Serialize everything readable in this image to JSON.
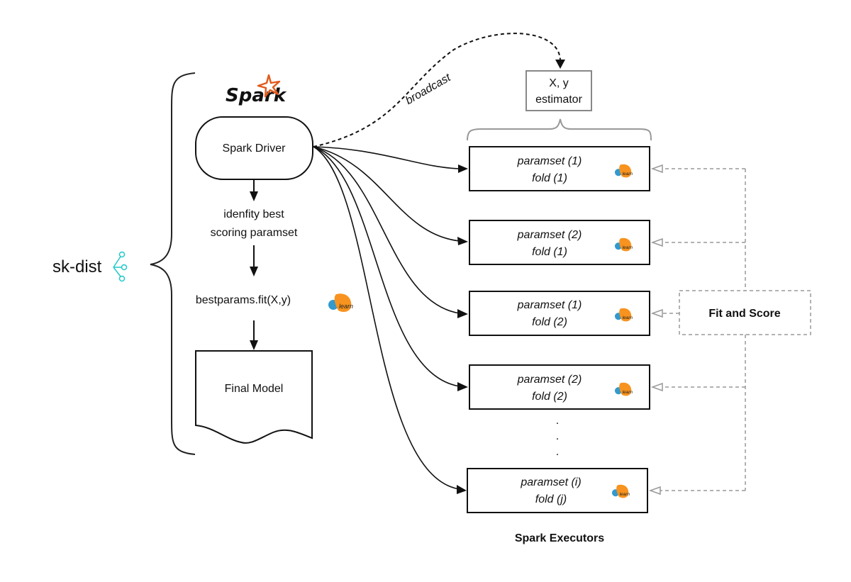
{
  "brand": {
    "skdist_logo": "sk-dist",
    "spark_logo": "Spark",
    "sklearn_logo": "learn"
  },
  "driver": {
    "node_label": "Spark Driver",
    "step_identify_line1": "idenfity best",
    "step_identify_line2": "scoring paramset",
    "step_fit": "bestparams.fit(X,y)",
    "final_model": "Final Model"
  },
  "broadcast": {
    "edge_label": "broadcast",
    "data_line1": "X, y",
    "data_line2": "estimator"
  },
  "executors": {
    "title": "Spark Executors",
    "tasks": [
      {
        "paramset": "paramset (1)",
        "fold": "fold (1)"
      },
      {
        "paramset": "paramset (2)",
        "fold": "fold (1)"
      },
      {
        "paramset": "paramset (1)",
        "fold": "fold (2)"
      },
      {
        "paramset": "paramset (2)",
        "fold": "fold (2)"
      },
      {
        "paramset": "paramset (i)",
        "fold": "fold (j)"
      }
    ],
    "ellipsis": ".",
    "fit_and_score": "Fit and Score"
  },
  "colors": {
    "spark_orange": "#e25a1c",
    "sklearn_orange": "#f7931e",
    "sklearn_blue": "#3499cd",
    "skdist_blue": "#3a7bd5",
    "skdist_teal": "#1fc8c8",
    "dashed_gray": "#999999"
  }
}
